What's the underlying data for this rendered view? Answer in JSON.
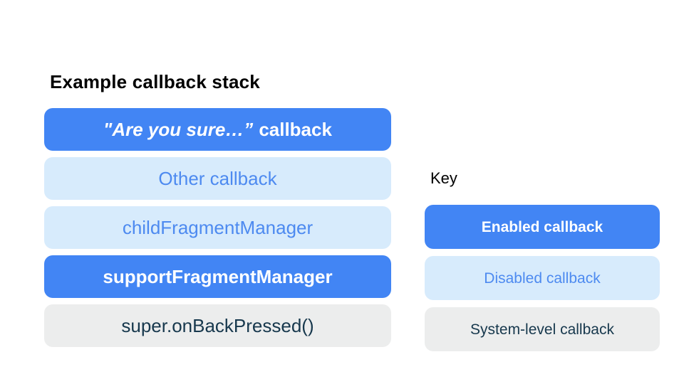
{
  "colors": {
    "page_bg": "#FFFFFF",
    "title_text": "#000000",
    "enabled_bg": "#4285F4",
    "enabled_text": "#FFFFFF",
    "disabled_bg": "#D7EBFC",
    "disabled_text": "#4D8AF0",
    "system_bg": "#ECEDED",
    "system_text": "#17384D"
  },
  "stack": {
    "title": "Example callback stack",
    "items": [
      {
        "type": "enabled",
        "label_italic": "\"Are you sure…”",
        "label_rest": "callback"
      },
      {
        "type": "disabled",
        "label": "Other callback"
      },
      {
        "type": "disabled",
        "label": "childFragmentManager"
      },
      {
        "type": "enabled",
        "label": "supportFragmentManager"
      },
      {
        "type": "system",
        "label": "super.onBackPressed()"
      }
    ]
  },
  "key": {
    "title": "Key",
    "items": [
      {
        "type": "enabled",
        "label": "Enabled callback"
      },
      {
        "type": "disabled",
        "label": "Disabled callback"
      },
      {
        "type": "system",
        "label": "System-level callback"
      }
    ]
  }
}
